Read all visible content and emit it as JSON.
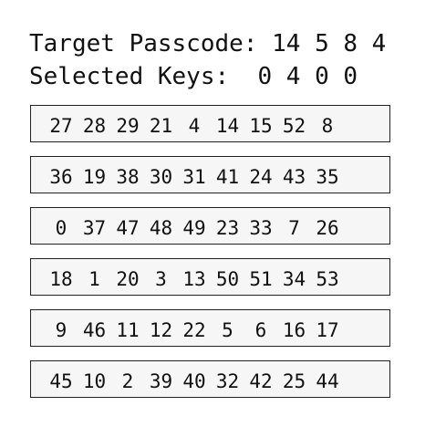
{
  "header": {
    "target_label": "Target Passcode:",
    "target_code": "14 5 8 4",
    "selected_label": "Selected Keys:",
    "selected_keys": "0 4 0 0"
  },
  "rows": [
    [
      "27",
      "28",
      "29",
      "21",
      "4",
      "14",
      "15",
      "52",
      "8"
    ],
    [
      "36",
      "19",
      "38",
      "30",
      "31",
      "41",
      "24",
      "43",
      "35"
    ],
    [
      "0",
      "37",
      "47",
      "48",
      "49",
      "23",
      "33",
      "7",
      "26"
    ],
    [
      "18",
      "1",
      "20",
      "3",
      "13",
      "50",
      "51",
      "34",
      "53"
    ],
    [
      "9",
      "46",
      "11",
      "12",
      "22",
      "5",
      "6",
      "16",
      "17"
    ],
    [
      "45",
      "10",
      "2",
      "39",
      "40",
      "32",
      "42",
      "25",
      "44"
    ]
  ]
}
